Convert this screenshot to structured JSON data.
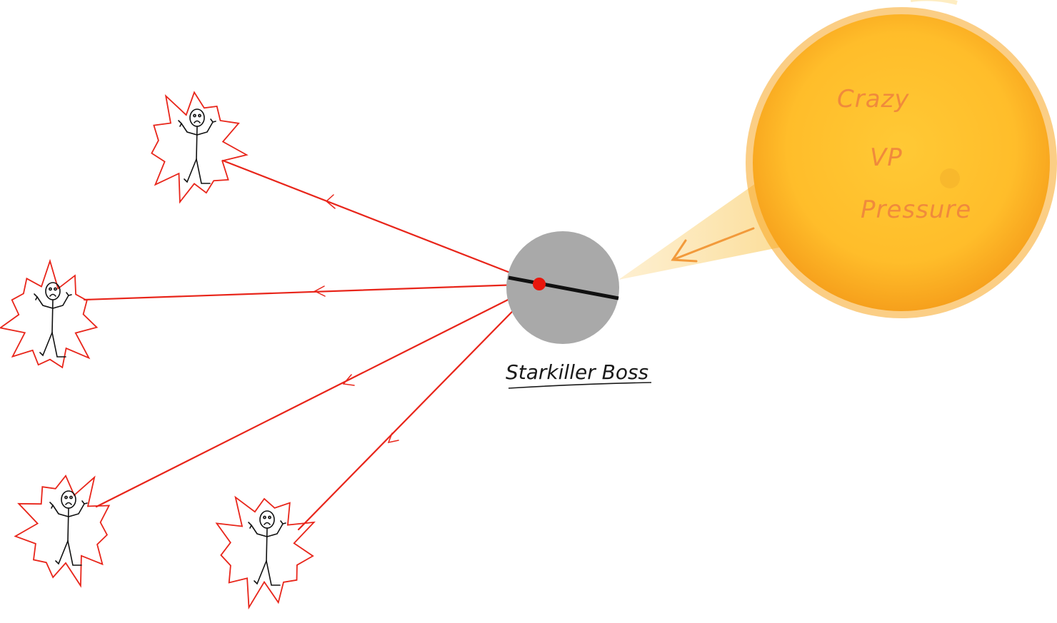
{
  "sun": {
    "lines": [
      "Crazy",
      "VP",
      "Pressure"
    ],
    "color_outer": "#f7a620",
    "color_inner": "#ffc233",
    "text_color": "#f08a3c"
  },
  "boss": {
    "label": "Starkiller Boss",
    "body_color": "#a9a9a9",
    "core_color": "#e8160c"
  },
  "beam_color": "#e8251a",
  "burst_color": "#e8251a",
  "victims": [
    {
      "icon": "stick-figure-icon",
      "mood": "sad"
    },
    {
      "icon": "stick-figure-icon",
      "mood": "sad"
    },
    {
      "icon": "stick-figure-icon",
      "mood": "sad"
    },
    {
      "icon": "stick-figure-icon",
      "mood": "sad"
    }
  ]
}
